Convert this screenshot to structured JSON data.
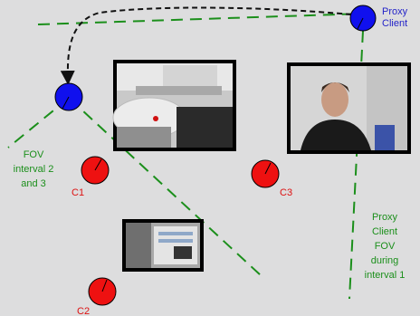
{
  "colors": {
    "background": "#ddddde",
    "fov_line": "#1b8f1b",
    "path_line": "#111111",
    "proxy_blue": "#1010ee",
    "camera_red": "#ee1111",
    "label_green": "#1b8f1b",
    "label_blue": "#2323c8",
    "label_red": "#dd1111"
  },
  "nodes": {
    "proxy_client": {
      "label_line1": "Proxy",
      "label_line2": "Client"
    },
    "c1": {
      "label": "C1"
    },
    "c2": {
      "label": "C2"
    },
    "c3": {
      "label": "C3"
    }
  },
  "fov_labels": {
    "interval_2_3": {
      "line1": "FOV",
      "line2": "interval 2",
      "line3": "and 3"
    },
    "interval_1": {
      "line1": "Proxy",
      "line2": "Client",
      "line3": "FOV",
      "line4": "during",
      "line5": "interval 1"
    }
  },
  "photos": {
    "desk_view": "desk-camera-photo",
    "person_view": "person-camera-photo",
    "bottom_view": "desk-top-camera-photo"
  }
}
